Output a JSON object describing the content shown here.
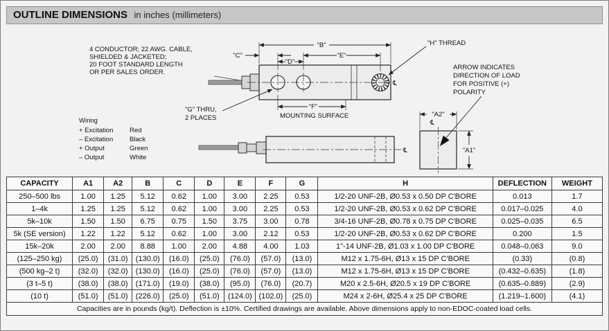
{
  "colors": {
    "header_bar": "#c7c7c7"
  },
  "header": {
    "title": "OUTLINE DIMENSIONS",
    "subtitle": "in inches (millimeters)"
  },
  "drawing": {
    "cable_note": [
      "4 CONDUCTOR; 22 AWG. CABLE,",
      "SHIELDED & JACKETED;",
      "20 FOOT STANDARD LENGTH",
      "OR PER SALES ORDER."
    ],
    "wiring": {
      "title": "Wiring",
      "rows": [
        {
          "label": "+ Excitation",
          "color": "Red"
        },
        {
          "label": "– Excitation",
          "color": "Black"
        },
        {
          "label": "+ Output",
          "color": "Green"
        },
        {
          "label": "– Output",
          "color": "White"
        }
      ]
    },
    "labels": {
      "b": "\"B\"",
      "c": "\"C\"",
      "d": "\"D\"",
      "e": "\"E\"",
      "f": "\"F\"",
      "g_thru_1": "\"G\" THRU,",
      "g_thru_2": "2 PLACES",
      "h_thread": "\"H\" THREAD",
      "mounting_surface": "MOUNTING SURFACE",
      "a1": "\"A1\"",
      "a2": "\"A2\"",
      "centerline": "℄"
    },
    "arrow_note": [
      "ARROW INDICATES",
      "DIRECTION OF LOAD",
      "FOR POSITIVE (+)",
      "POLARITY"
    ]
  },
  "table": {
    "headers": [
      "CAPACITY",
      "A1",
      "A2",
      "B",
      "C",
      "D",
      "E",
      "F",
      "G",
      "H",
      "DEFLECTION",
      "WEIGHT"
    ],
    "rows": [
      [
        "250–500 lbs",
        "1.00",
        "1.25",
        "5.12",
        "0.62",
        "1.00",
        "3.00",
        "2.25",
        "0.53",
        "1/2-20 UNF-2B, Ø0.53 x 0.50 DP C'BORE",
        "0.013",
        "1.7"
      ],
      [
        "1–4k",
        "1.25",
        "1.25",
        "5.12",
        "0.62",
        "1.00",
        "3.00",
        "2.25",
        "0.53",
        "1/2-20 UNF-2B, Ø0.53 x 0.62 DP C'BORE",
        "0.017–0.025",
        "4.0"
      ],
      [
        "5k–10k",
        "1.50",
        "1.50",
        "6.75",
        "0.75",
        "1.50",
        "3.75",
        "3.00",
        "0.78",
        "3/4-16 UNF-2B, Ø0.78 x 0.75 DP C'BORE",
        "0.025–0.035",
        "6.5"
      ],
      [
        "5k (SE version)",
        "1.22",
        "1.22",
        "5.12",
        "0.62",
        "1.00",
        "3.00",
        "2.12",
        "0.53",
        "1/2-20 UNF-2B, Ø0.53 x 0.62 DP C'BORE",
        "0.200",
        "1.5"
      ],
      [
        "15k–20k",
        "2.00",
        "2.00",
        "8.88",
        "1.00",
        "2.00",
        "4.88",
        "4.00",
        "1.03",
        "1\"-14 UNF-2B, Ø1.03 x 1.00 DP C'BORE",
        "0.048–0.063",
        "9.0"
      ],
      [
        "(125–250 kg)",
        "(25.0)",
        "(31.0)",
        "(130.0)",
        "(16.0)",
        "(25.0)",
        "(76.0)",
        "(57.0)",
        "(13.0)",
        "M12 x 1.75-6H, Ø13 x 15 DP C'BORE",
        "(0.33)",
        "(0.8)"
      ],
      [
        "(500 kg–2 t)",
        "(32.0)",
        "(32.0)",
        "(130.0)",
        "(16.0)",
        "(25.0)",
        "(76.0)",
        "(57.0)",
        "(13.0)",
        "M12 x 1.75-6H, Ø13 x 15 DP C'BORE",
        "(0.432–0.635)",
        "(1.8)"
      ],
      [
        "(3 t–5 t)",
        "(38.0)",
        "(38.0)",
        "(171.0)",
        "(19.0)",
        "(38.0)",
        "(95.0)",
        "(76.0)",
        "(20.7)",
        "M20 x 2.5-6H, Ø20.5 x 19 DP C'BORE",
        "(0.635–0.889)",
        "(2.9)"
      ],
      [
        "(10 t)",
        "(51.0)",
        "(51.0)",
        "(226.0)",
        "(25.0)",
        "(51.0)",
        "(124.0)",
        "(102.0)",
        "(25.0)",
        "M24 x 2-6H, Ø25.4 x 25 DP C'BORE",
        "(1.219–1.600)",
        "(4.1)"
      ]
    ],
    "footnote": "Capacities are in pounds (kg/t). Deflection is ±10%. Certified drawings are available. Above dimensions apply to non-EDOC-coated load cells."
  }
}
